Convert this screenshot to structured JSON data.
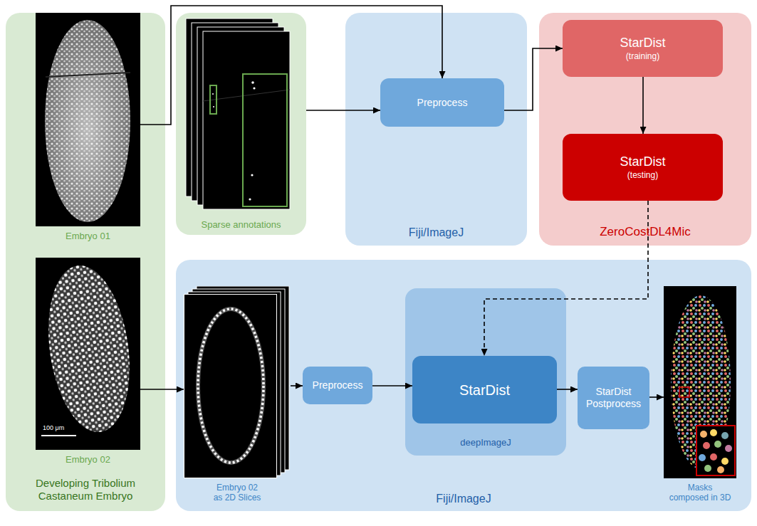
{
  "diagram": {
    "nodes": [
      {
        "text": [
          "Developing Tribolium Castaneum Embryo"
        ]
      },
      {
        "text": [
          "Embryo 01"
        ],
        "in": 0
      },
      {
        "text": [
          "Embryo 02"
        ],
        "in": 0
      },
      {
        "text": [
          "Sparse annotations"
        ]
      },
      {
        "text": [
          "Fiji/ImageJ"
        ]
      },
      {
        "text": [
          "Preprocess"
        ],
        "in": 4
      },
      {
        "text": [
          "ZeroCostDL4Mic"
        ]
      },
      {
        "text": [
          "StarDist",
          "(training)"
        ],
        "in": 6
      },
      {
        "text": [
          "StarDist",
          "(testing)"
        ],
        "in": 6
      },
      {
        "text": [
          "Fiji/ImageJ"
        ]
      },
      {
        "text": [
          "Embryo 02 as 2D Slices"
        ],
        "in": 9
      },
      {
        "text": [
          "Preprocess"
        ],
        "in": 9
      },
      {
        "text": [
          "deepImageJ"
        ],
        "in": 9
      },
      {
        "text": [
          "StarDist"
        ],
        "in": 12
      },
      {
        "text": [
          "StarDist Postprocess"
        ],
        "in": 9
      },
      {
        "text": [
          "Masks composed in 3D"
        ],
        "in": 9
      }
    ],
    "edges": [
      {
        "from": 1,
        "to": 5,
        "arrow": "to"
      },
      {
        "from": 3,
        "to": 5,
        "arrow": "to"
      },
      {
        "from": 5,
        "to": 7,
        "arrow": "to"
      },
      {
        "from": 7,
        "to": 8,
        "arrow": "to"
      },
      {
        "from": 8,
        "to": 13,
        "arrow": "to"
      },
      {
        "from": 2,
        "to": 10,
        "arrow": "to"
      },
      {
        "from": 10,
        "to": 11,
        "arrow": "to"
      },
      {
        "from": 11,
        "to": 13,
        "arrow": "to"
      },
      {
        "from": 13,
        "to": 14,
        "arrow": "to"
      },
      {
        "from": 14,
        "to": 15,
        "arrow": "to"
      }
    ],
    "labels": [
      "100 μm"
    ]
  }
}
